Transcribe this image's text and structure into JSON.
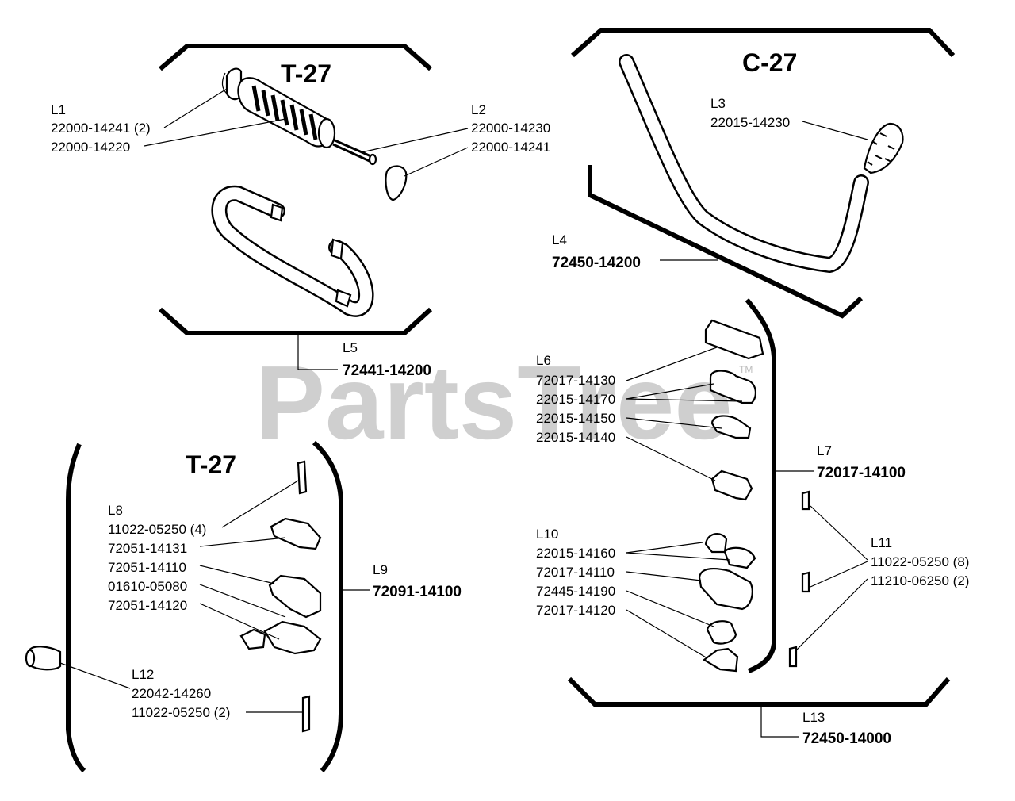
{
  "watermark": {
    "text": "PartsTree",
    "trademark": "TM"
  },
  "sections": {
    "t27_top": {
      "title": "T-27"
    },
    "c27": {
      "title": "C-27"
    },
    "t27_bottom": {
      "title": "T-27"
    }
  },
  "callouts": {
    "L1": {
      "ref": "L1",
      "parts": [
        "22000-14241 (2)",
        "22000-14220"
      ]
    },
    "L2": {
      "ref": "L2",
      "parts": [
        "22000-14230",
        "22000-14241"
      ]
    },
    "L3": {
      "ref": "L3",
      "parts": [
        "22015-14230"
      ]
    },
    "L4": {
      "ref": "L4",
      "parts": [
        "72450-14200"
      ]
    },
    "L5": {
      "ref": "L5",
      "parts": [
        "72441-14200"
      ]
    },
    "L6": {
      "ref": "L6",
      "parts": [
        "72017-14130",
        "22015-14170",
        "22015-14150",
        "22015-14140"
      ]
    },
    "L7": {
      "ref": "L7",
      "parts": [
        "72017-14100"
      ]
    },
    "L8": {
      "ref": "L8",
      "parts": [
        "11022-05250 (4)",
        "72051-14131",
        "72051-14110",
        "01610-05080",
        "72051-14120"
      ]
    },
    "L9": {
      "ref": "L9",
      "parts": [
        "72091-14100"
      ]
    },
    "L10": {
      "ref": "L10",
      "parts": [
        "22015-14160",
        "72017-14110",
        "72445-14190",
        "72017-14120"
      ]
    },
    "L11": {
      "ref": "L11",
      "parts": [
        "11022-05250 (8)",
        "11210-06250 (2)"
      ]
    },
    "L12": {
      "ref": "L12",
      "parts": [
        "22042-14260",
        "11022-05250 (2)"
      ]
    },
    "L13": {
      "ref": "L13",
      "parts": [
        "72450-14000"
      ]
    }
  }
}
